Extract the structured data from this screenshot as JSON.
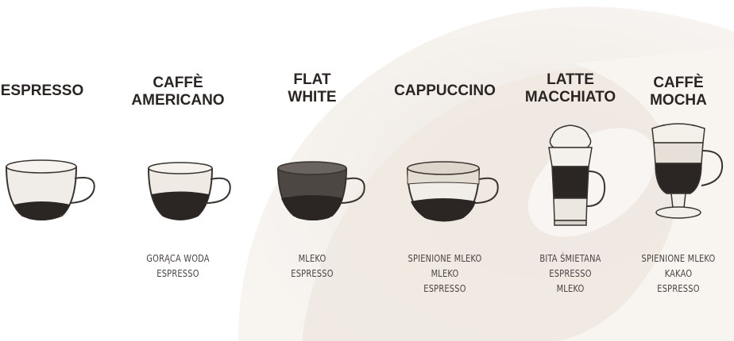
{
  "drinks": [
    {
      "id": "espresso",
      "title_lines": [
        "ESPRESSO"
      ],
      "ingredients": []
    },
    {
      "id": "caffe-americano",
      "title_lines": [
        "CAFFÈ",
        "AMERICANO"
      ],
      "ingredients": [
        "GORĄCA WODA",
        "ESPRESSO"
      ]
    },
    {
      "id": "flat-white",
      "title_lines": [
        "FLAT",
        "WHITE"
      ],
      "ingredients": [
        "MLEKO",
        "ESPRESSO"
      ]
    },
    {
      "id": "cappuccino",
      "title_lines": [
        "CAPPUCCINO"
      ],
      "ingredients": [
        "SPIENIONE MLEKO",
        "MLEKO",
        "ESPRESSO"
      ]
    },
    {
      "id": "latte-macchiato",
      "title_lines": [
        "LATTE",
        "MACCHIATO"
      ],
      "ingredients": [
        "BITA ŚMIETANA",
        "ESPRESSO",
        "MLEKO"
      ]
    },
    {
      "id": "caffe-mocha",
      "title_lines": [
        "CAFFÈ",
        "MOCHA"
      ],
      "ingredients": [
        "SPIENIONE MLEKO",
        "KAKAO",
        "ESPRESSO"
      ]
    }
  ],
  "colors": {
    "title": "#2a2522",
    "ingredient_text": "#4a4542",
    "background_swirl": "#ece6df",
    "outline": "#3a3430",
    "espresso_dark": "#2b2624",
    "milk_light": "#e8e3dc"
  }
}
